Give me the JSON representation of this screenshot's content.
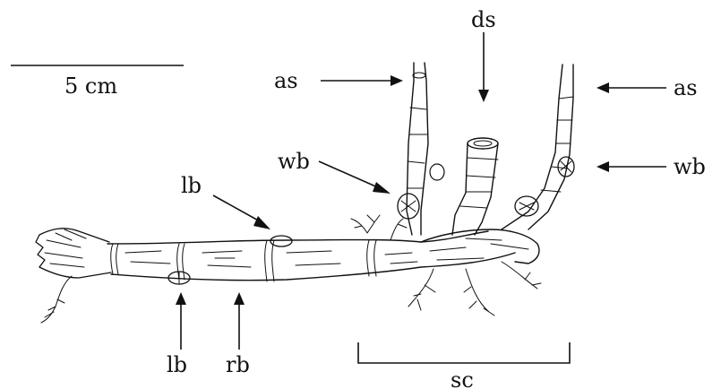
{
  "figure": {
    "scale_bar_label": "5 cm",
    "labels": {
      "ds": "ds",
      "as_left": "as",
      "as_right": "as",
      "wb_left": "wb",
      "wb_right": "wb",
      "lb_upper": "lb",
      "lb_lower": "lb",
      "rb": "rb",
      "sc": "sc"
    }
  }
}
